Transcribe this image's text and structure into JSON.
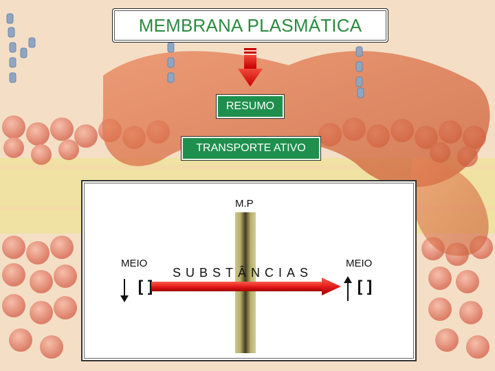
{
  "title": "MEMBRANA PLASMÁTICA",
  "boxes": {
    "resumo": "RESUMO",
    "transporte": "TRANSPORTE ATIVO"
  },
  "diagram": {
    "membrane_label": "M.P",
    "left_medium": "MEIO",
    "right_medium": "MEIO",
    "substance_label": "SUBSTÂNCIAS",
    "left_concentration": "[]",
    "right_concentration": "[]"
  },
  "colors": {
    "title_text": "#2a8a3e",
    "box_fill": "#1f8f4e",
    "arrow_red": "#e01818",
    "background": "#f6e3cc"
  }
}
